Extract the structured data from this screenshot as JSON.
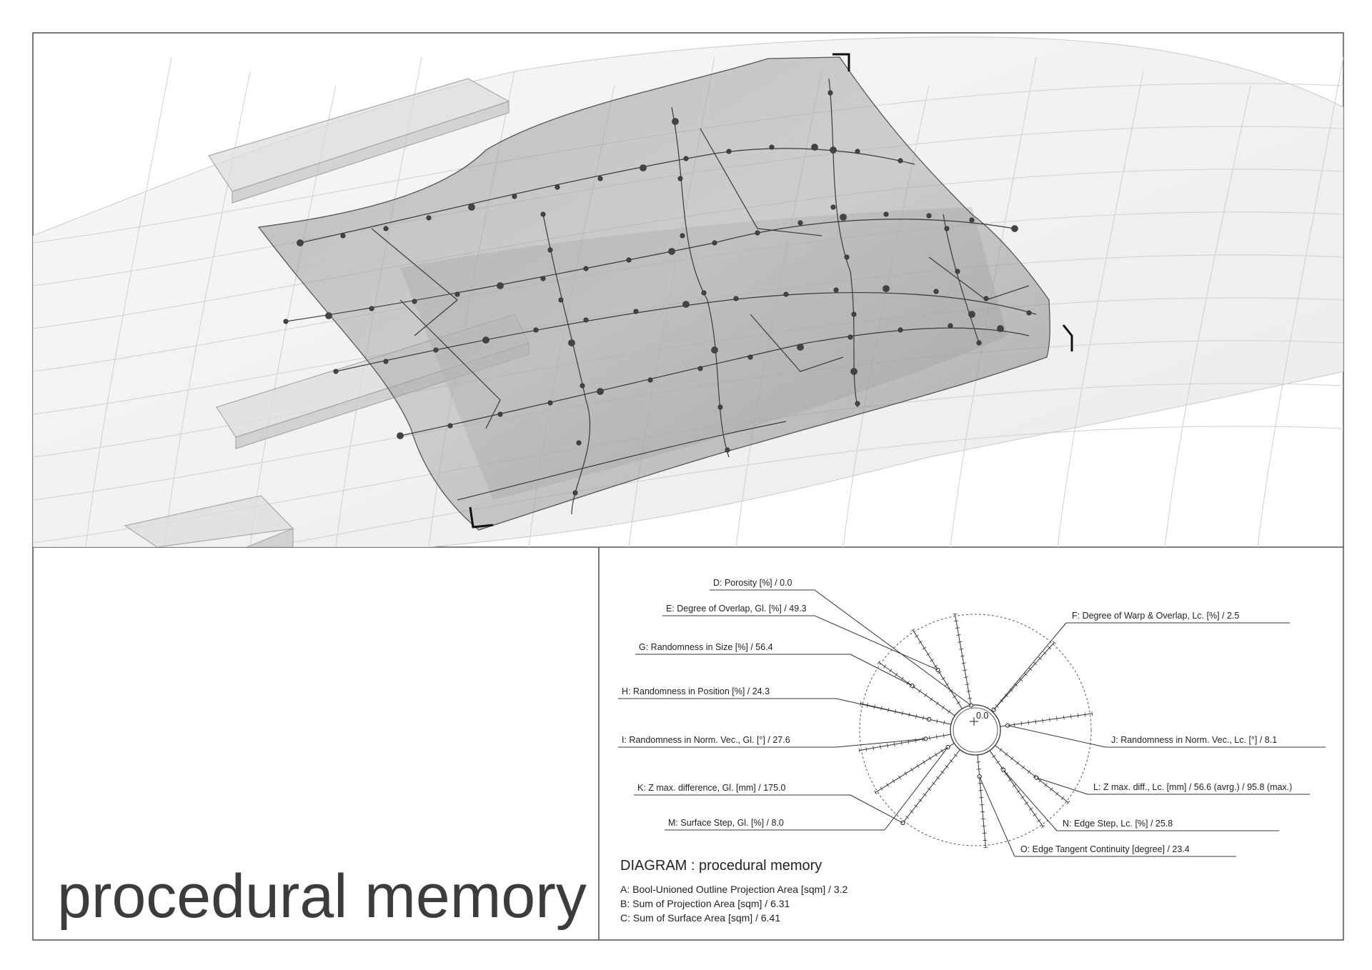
{
  "title": "procedural memory",
  "diagram": {
    "heading": "DIAGRAM : procedural memory",
    "center_value": "0.0",
    "summary": [
      {
        "key": "A",
        "text": "A: Bool-Unioned Outline Projection Area [sqm] / 3.2"
      },
      {
        "key": "B",
        "text": "B: Sum of Projection Area [sqm] / 6.31"
      },
      {
        "key": "C",
        "text": "C: Sum of Surface Area [sqm] / 6.41"
      }
    ],
    "parameters": [
      {
        "key": "D",
        "text": "D: Porosity [%] / 0.0",
        "value": 0.0
      },
      {
        "key": "E",
        "text": "E: Degree of Overlap, Gl. [%] / 49.3",
        "value": 49.3
      },
      {
        "key": "F",
        "text": "F: Degree of Warp & Overlap, Lc. [%] / 2.5",
        "value": 2.5
      },
      {
        "key": "G",
        "text": "G: Randomness in Size [%] / 56.4",
        "value": 56.4
      },
      {
        "key": "H",
        "text": "H: Randomness in Position [%] / 24.3",
        "value": 24.3
      },
      {
        "key": "I",
        "text": "I: Randomness in Norm. Vec., Gl. [°] / 27.6",
        "value": 27.6
      },
      {
        "key": "J",
        "text": "J: Randomness in Norm. Vec., Lc. [°] / 8.1",
        "value": 8.1
      },
      {
        "key": "K",
        "text": "K: Z max. difference, Gl. [mm] / 175.0",
        "value": 175.0
      },
      {
        "key": "L",
        "text": "L: Z max. diff., Lc. [mm] / 56.6 (avrg.) / 95.8 (max.)",
        "value": 56.6
      },
      {
        "key": "M",
        "text": "M: Surface Step, Gl. [%] / 8.0",
        "value": 8.0
      },
      {
        "key": "N",
        "text": "N: Edge Step, Lc. [%] / 25.8",
        "value": 25.8
      },
      {
        "key": "O",
        "text": "O: Edge Tangent Continuity [degree] / 23.4",
        "value": 23.4
      }
    ]
  },
  "colors": {
    "frame": "#333333",
    "terrain": "#f4f4f4",
    "panel_shade": "#9a9a9a",
    "node": "#444444"
  }
}
